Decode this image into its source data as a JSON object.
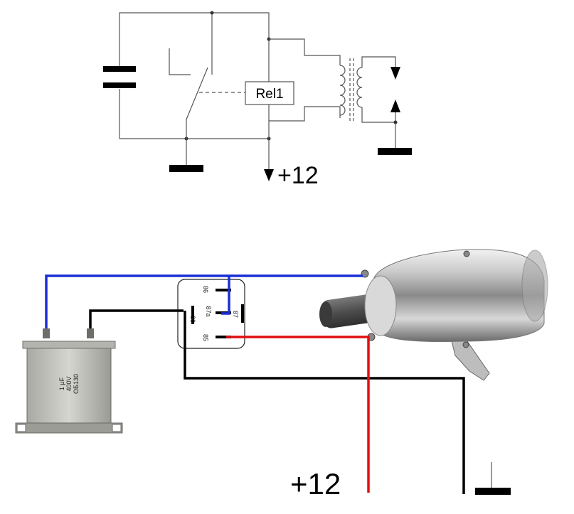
{
  "schematic": {
    "relay_label": "Rel1",
    "supply_label": "+12"
  },
  "wiring": {
    "supply_label": "+12",
    "relay_pins": [
      "86",
      "87a",
      "87",
      "30",
      "85"
    ],
    "capacitor_markings": [
      "1 μF",
      "400V",
      "ОБ130"
    ]
  },
  "colors": {
    "wire_blue": "#1a2fd6",
    "wire_black": "#000000",
    "wire_red": "#e01010",
    "schematic_line": "#555555"
  }
}
